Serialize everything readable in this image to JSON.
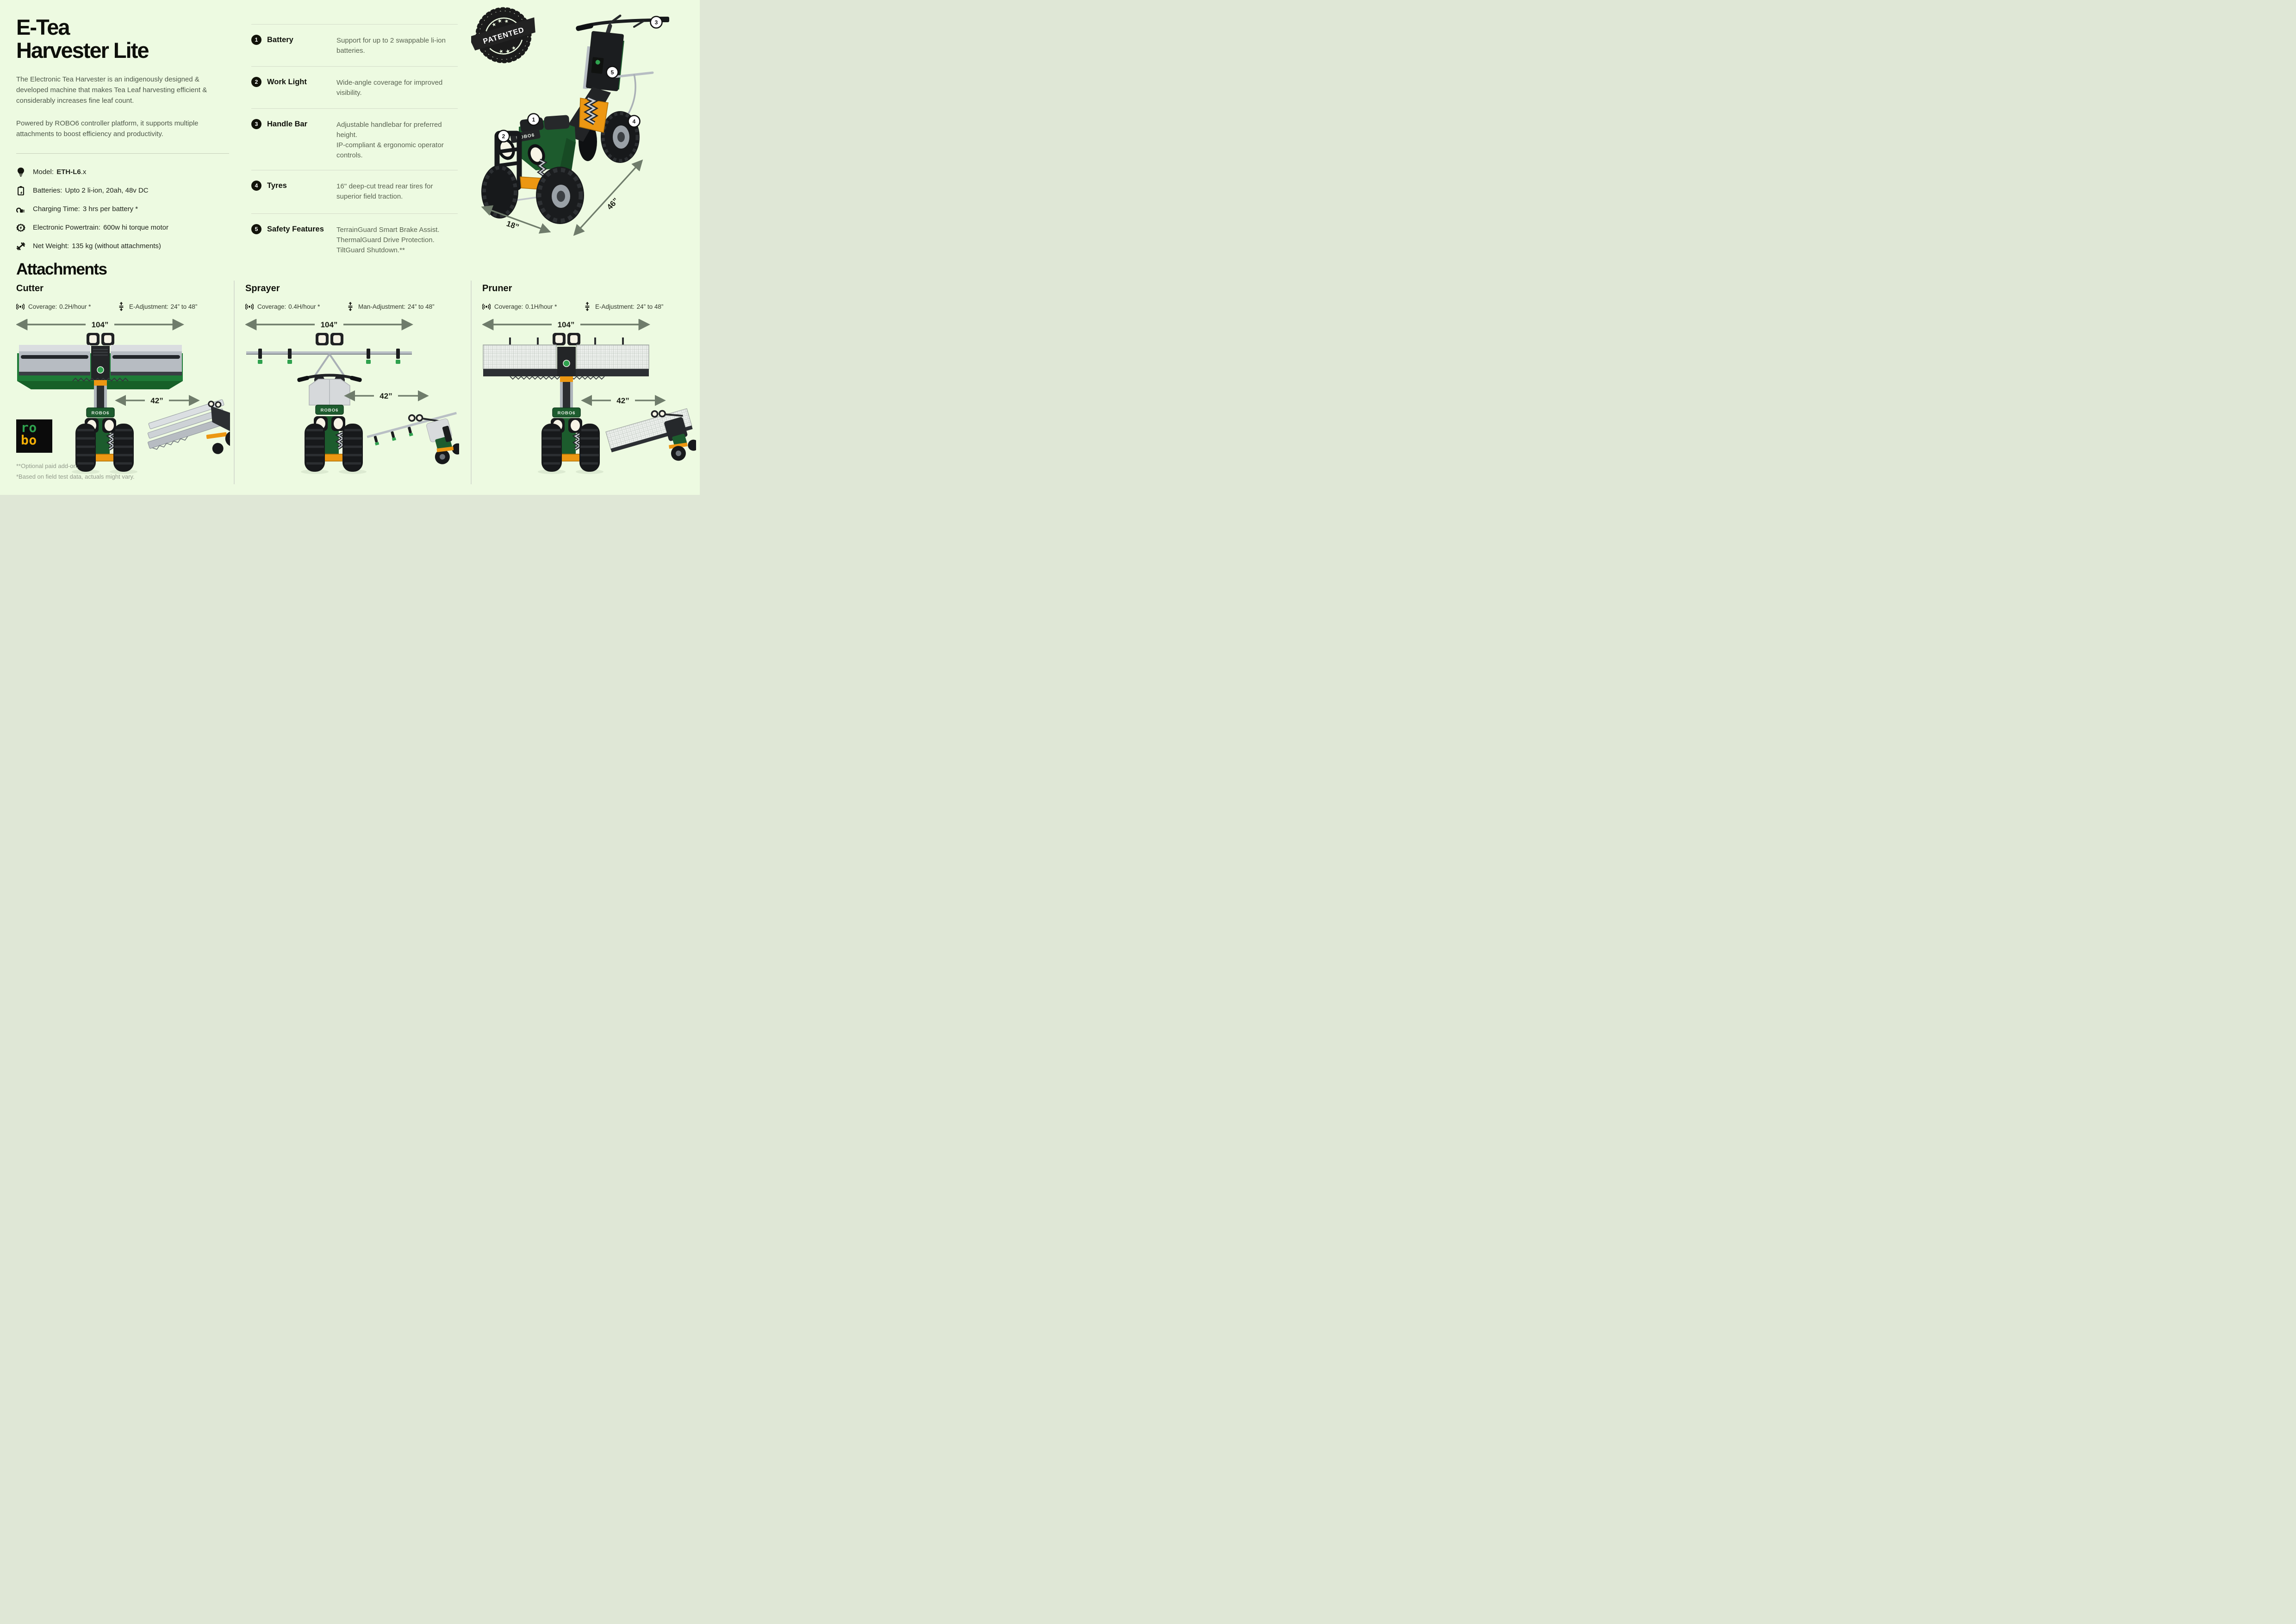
{
  "header": {
    "title_line1": "E-Tea",
    "title_line2": "Harvester Lite",
    "intro_para1": "The Electronic Tea Harvester is an indigenously designed & developed machine that makes Tea Leaf harvesting efficient & considerably increases fine leaf count.",
    "intro_para2": "Powered by ROBO6 controller platform, it supports multiple attachments to boost efficiency and productivity."
  },
  "specs": [
    {
      "icon": "bulb-icon",
      "label": "Model:",
      "bold": "ETH-L6",
      "suffix": ".x"
    },
    {
      "icon": "battery-icon",
      "label": "Batteries:",
      "value": "Upto 2 li-ion, 20ah, 48v DC"
    },
    {
      "icon": "charging-icon",
      "label": "Charging Time:",
      "value": "3 hrs per battery *"
    },
    {
      "icon": "powertrain-icon",
      "label": "Electronic Powertrain:",
      "value": "600w hi torque motor"
    },
    {
      "icon": "weight-icon",
      "label": "Net Weight:",
      "value": "135 kg (without attachments)"
    }
  ],
  "features": [
    {
      "num": "1",
      "name": "Battery",
      "desc": "Support for up to 2 swappable li-ion batteries."
    },
    {
      "num": "2",
      "name": "Work Light",
      "desc": "Wide-angle coverage for improved visibility."
    },
    {
      "num": "3",
      "name": "Handle Bar",
      "desc": "Adjustable handlebar for preferred height.\nIP-compliant & ergonomic operator controls."
    },
    {
      "num": "4",
      "name": "Tyres",
      "desc": "16'' deep-cut tread rear tires for superior field traction."
    },
    {
      "num": "5",
      "name": "Safety Features",
      "desc": "TerrainGuard Smart Brake Assist.\nThermalGuard Drive Protection.\nTiltGuard Shutdown.**"
    }
  ],
  "hero": {
    "patented_label": "PATENTED",
    "machine_label": "ROBO6",
    "width_label": "18”",
    "length_label": "46”",
    "callouts": [
      "1",
      "2",
      "3",
      "4",
      "5"
    ]
  },
  "attachments": {
    "heading": "Attachments",
    "columns": [
      {
        "name": "Cutter",
        "coverage_label": "Coverage:",
        "coverage_value": "0.2H/hour *",
        "adjustment_label": "E-Adjustment:",
        "adjustment_value": "24” to 48”",
        "span_label": "104”",
        "track_label": "42”",
        "machine_label": "ROBO6"
      },
      {
        "name": "Sprayer",
        "coverage_label": "Coverage:",
        "coverage_value": "0.4H/hour *",
        "adjustment_label": "Man-Adjustment:",
        "adjustment_value": "24” to 48”",
        "span_label": "104”",
        "track_label": "42”",
        "machine_label": "ROBO6"
      },
      {
        "name": "Pruner",
        "coverage_label": "Coverage:",
        "coverage_value": "0.1H/hour *",
        "adjustment_label": "E-Adjustment:",
        "adjustment_value": "24” to 48”",
        "span_label": "104”",
        "track_label": "42”",
        "machine_label": "ROBO6"
      }
    ]
  },
  "footer": {
    "logo_line1": "ro",
    "logo_line2": "bo",
    "footnote1": "**Optional paid add-on.",
    "footnote2": "*Based on field test data, actuals might vary."
  },
  "colors": {
    "background": "#edfae1",
    "machine_green": "#1e7b37",
    "hero_green": "#1d5b2d",
    "accent_orange": "#ec9712",
    "logo_green": "#2fa14e",
    "logo_yellow": "#f3ae06",
    "dimension_gray": "#6f7c6b"
  }
}
